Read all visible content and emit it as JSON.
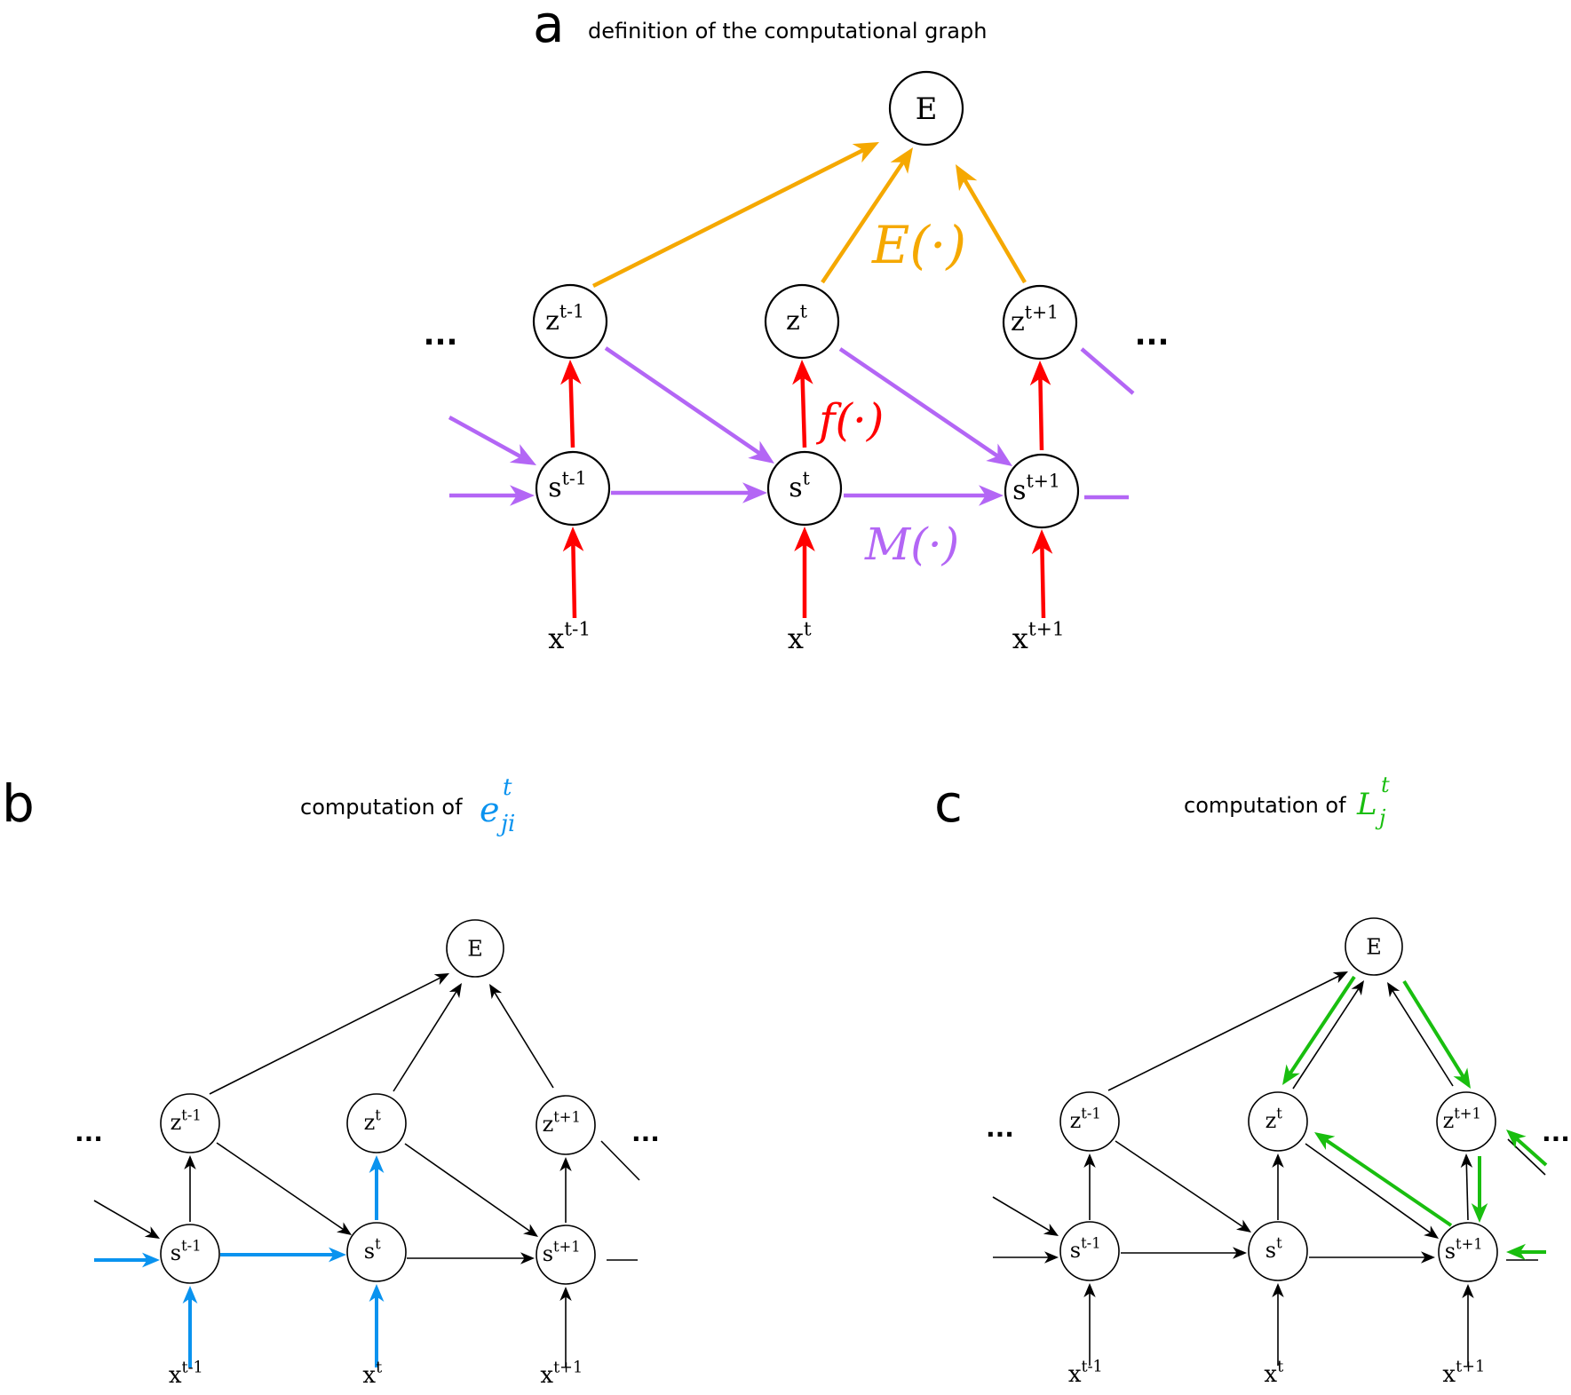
{
  "colors": {
    "accent_E": "#f5a800",
    "accent_M": "#b366f5",
    "accent_f": "#ff0000",
    "accent_e": "#0a93ef",
    "accent_L": "#19be0f",
    "default": "#000000"
  },
  "panel_a": {
    "letter": "a",
    "title": "definition of the computational graph",
    "ellipsis_left": "...",
    "ellipsis_right": "...",
    "fn_E": "E(·)",
    "fn_f": "f(·)",
    "fn_M": "M(·)",
    "nodes": {
      "E": "E",
      "z_prev": {
        "base": "z",
        "sup": "t-1"
      },
      "z_cur": {
        "base": "z",
        "sup": "t"
      },
      "z_next": {
        "base": "z",
        "sup": "t+1"
      },
      "s_prev": {
        "base": "s",
        "sup": "t-1"
      },
      "s_cur": {
        "base": "s",
        "sup": "t"
      },
      "s_next": {
        "base": "s",
        "sup": "t+1"
      },
      "x_prev": {
        "base": "x",
        "sup": "t-1"
      },
      "x_cur": {
        "base": "x",
        "sup": "t"
      },
      "x_next": {
        "base": "x",
        "sup": "t+1"
      }
    }
  },
  "panel_b": {
    "letter": "b",
    "title": "computation of",
    "symbol": {
      "base": "e",
      "sup": "t",
      "sub": "ji"
    },
    "ellipsis_left": "...",
    "ellipsis_right": "...",
    "nodes": {
      "E": "E",
      "z_prev": {
        "base": "z",
        "sup": "t-1"
      },
      "z_cur": {
        "base": "z",
        "sup": "t"
      },
      "z_next": {
        "base": "z",
        "sup": "t+1"
      },
      "s_prev": {
        "base": "s",
        "sup": "t-1"
      },
      "s_cur": {
        "base": "s",
        "sup": "t"
      },
      "s_next": {
        "base": "s",
        "sup": "t+1"
      },
      "x_prev": {
        "base": "x",
        "sup": "t-1"
      },
      "x_cur": {
        "base": "x",
        "sup": "t"
      },
      "x_next": {
        "base": "x",
        "sup": "t+1"
      }
    }
  },
  "panel_c": {
    "letter": "c",
    "title": "computation of",
    "symbol": {
      "base": "L",
      "sup": "t",
      "sub": "j"
    },
    "ellipsis_left": "...",
    "ellipsis_right": "...",
    "nodes": {
      "E": "E",
      "z_prev": {
        "base": "z",
        "sup": "t-1"
      },
      "z_cur": {
        "base": "z",
        "sup": "t"
      },
      "z_next": {
        "base": "z",
        "sup": "t+1"
      },
      "s_prev": {
        "base": "s",
        "sup": "t-1"
      },
      "s_cur": {
        "base": "s",
        "sup": "t"
      },
      "s_next": {
        "base": "s",
        "sup": "t+1"
      },
      "x_prev": {
        "base": "x",
        "sup": "t-1"
      },
      "x_cur": {
        "base": "x",
        "sup": "t"
      },
      "x_next": {
        "base": "x",
        "sup": "t+1"
      }
    }
  }
}
